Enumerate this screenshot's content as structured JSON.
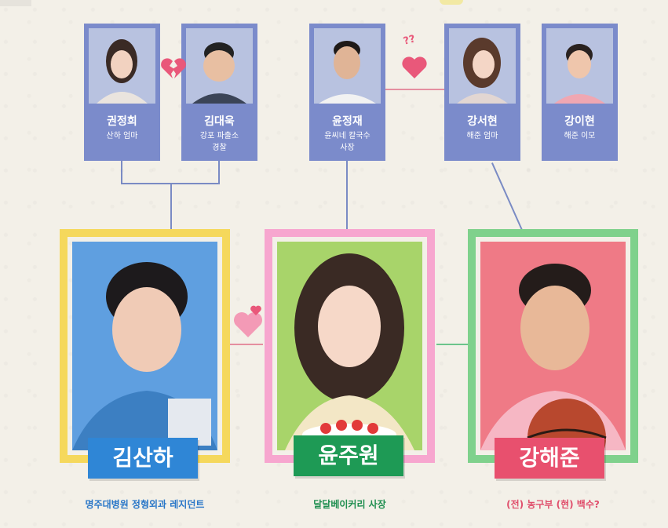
{
  "family_cards": [
    {
      "name": "권정희",
      "role": "산하 엄마"
    },
    {
      "name": "김대욱",
      "role": "강포 파출소\n경찰"
    },
    {
      "name": "윤정재",
      "role": "윤씨네 칼국수\n사장"
    },
    {
      "name": "강서현",
      "role": "해준 엄마"
    },
    {
      "name": "강이현",
      "role": "해준 이모"
    }
  ],
  "leads": [
    {
      "name": "김산하",
      "desc": "명주대병원 정형외과 레지던트",
      "frame_color": "#f5d85c",
      "bg_color": "#5f9fe0",
      "plate_color": "#2f86d6",
      "desc_color": "#2a77c8"
    },
    {
      "name": "윤주원",
      "desc": "달달베이커리 사장",
      "frame_color": "#f7a6cf",
      "bg_color": "#a8d46a",
      "plate_color": "#1e9a55",
      "desc_color": "#1e8e4f"
    },
    {
      "name": "강해준",
      "desc": "(전) 농구부 (현) 백수?",
      "frame_color": "#7fd18c",
      "bg_color": "#ef7a86",
      "plate_color": "#e8506e",
      "desc_color": "#e04f6c"
    }
  ],
  "decor": {
    "broken_heart": "broken-heart-icon",
    "question_marks": "??",
    "heart": "heart-icon"
  }
}
